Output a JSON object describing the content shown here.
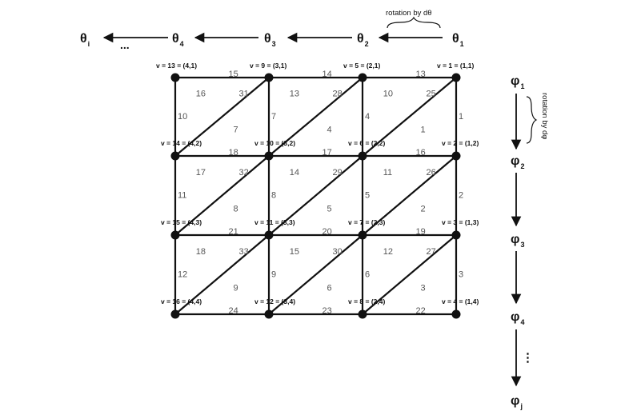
{
  "theta_row": {
    "items": [
      {
        "symbol": "θ",
        "sub": "i"
      },
      {
        "symbol": "θ",
        "sub": "4"
      },
      {
        "symbol": "θ",
        "sub": "3"
      },
      {
        "symbol": "θ",
        "sub": "2"
      },
      {
        "symbol": "θ",
        "sub": "1"
      }
    ],
    "ellipsis": "...",
    "rotation_label": "rotation by dθ"
  },
  "phi_column": {
    "items": [
      {
        "symbol": "φ",
        "sub": "1"
      },
      {
        "symbol": "φ",
        "sub": "2"
      },
      {
        "symbol": "φ",
        "sub": "3"
      },
      {
        "symbol": "φ",
        "sub": "4"
      },
      {
        "symbol": "φ",
        "sub": "j"
      }
    ],
    "ellipsis": "⋮",
    "rotation_label": "rotation by dφ"
  },
  "grid": {
    "columns": 4,
    "rows": 4,
    "vertex_labels": [
      "v = 13 = (4,1)",
      "v = 9 = (3,1)",
      "v = 5 = (2,1)",
      "v = 1 = (1,1)",
      "v = 14 = (4,2)",
      "v = 10 = (3,2)",
      "v = 6 = (2,2)",
      "v = 2 = (1,2)",
      "v = 15 = (4,3)",
      "v = 11 = (3,3)",
      "v = 7 = (2,3)",
      "v = 3 = (1,3)",
      "v = 16 = (4,4)",
      "v = 12 = (3,4)",
      "v = 8 = (2,4)",
      "v = 4 = (1,4)"
    ],
    "horizontal_edge_numbers": [
      "15",
      "14",
      "13",
      "18",
      "17",
      "16",
      "21",
      "20",
      "19",
      "24",
      "23",
      "22"
    ],
    "vertical_edge_numbers": [
      "10",
      "7",
      "4",
      "1",
      "11",
      "8",
      "5",
      "2",
      "12",
      "9",
      "6",
      "3"
    ],
    "diagonal_edge_numbers": [
      "31",
      "28",
      "25",
      "32",
      "29",
      "26",
      "33",
      "30",
      "27"
    ],
    "upper_triangle_numbers": [
      "16",
      "13",
      "10",
      "17",
      "14",
      "11",
      "18",
      "15",
      "12"
    ],
    "lower_triangle_numbers": [
      "7",
      "4",
      "1",
      "8",
      "5",
      "2",
      "9",
      "6",
      "3"
    ]
  }
}
